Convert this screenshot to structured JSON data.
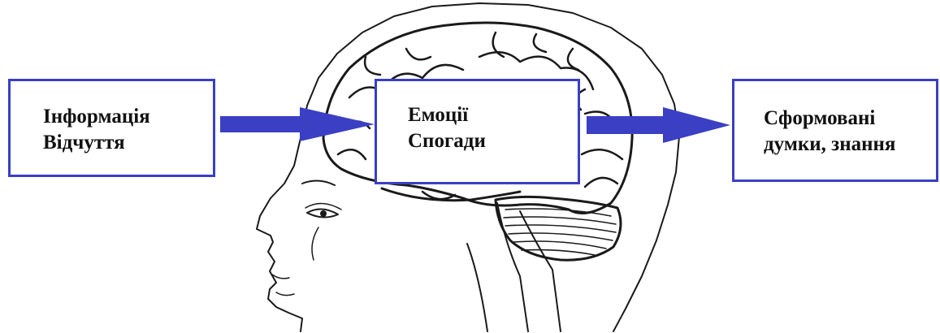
{
  "colors": {
    "box_border": "#3a3fc4",
    "arrow": "#3a3fc4",
    "drawing": "#1a1a1a"
  },
  "illustration": {
    "icon": "head-with-brain-icon"
  },
  "boxes": {
    "input": {
      "line1": "Інформація",
      "line2": "Відчуття"
    },
    "center": {
      "line1": "Емоції",
      "line2": "Спогади"
    },
    "output": {
      "line1": "Сформовані",
      "line2": "думки, знання"
    }
  },
  "arrows": [
    {
      "from": "input",
      "to": "center",
      "icon": "right-arrow-icon"
    },
    {
      "from": "center",
      "to": "output",
      "icon": "right-arrow-icon"
    }
  ]
}
